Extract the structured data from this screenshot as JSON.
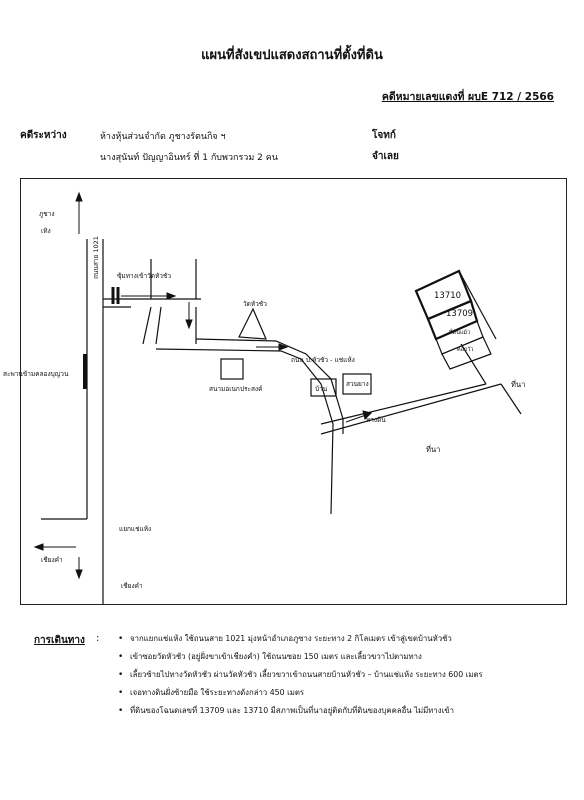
{
  "header": {
    "title": "แผนที่สังเขปแสดงสถานที่ตั้งที่ดิน",
    "case_number": "คดีหมายเลขแดงที่ ผบE 712 / 2566"
  },
  "parties": {
    "between_label": "คดีระหว่าง",
    "plaintiff_name": "ห้างหุ้นส่วนจำกัด ภูชางรัตนกิจ ฯ",
    "plaintiff_role": "โจทก์",
    "defendant_name": "นางสุนันท์ ปัญญาอินทร์ ที่ 1 กับพวกรวม 2 คน",
    "defendant_role": "จำเลย"
  },
  "map": {
    "labels": {
      "north_town": "ภูชาง",
      "north_dir": "เทิง",
      "highway": "ถนนสาย 1021",
      "alley": "ซุ้มทางเข้าวัดหัวชัว",
      "temple": "วัดหัวชัว",
      "bridge": "สะพานข้ามคลองบุญวน",
      "school_field": "สนามอเนกประสงค์",
      "local_road": "ถนน บ.หัวชัว - แช่แห้ง",
      "house": "บ้าน",
      "garden": "สวนยาง",
      "dirt_road": "ทางดิน",
      "field_lower": "ที่นา",
      "field_right": "ที่นา",
      "junction": "แยกแช่แห้ง",
      "west_dir": "เชียงคำ",
      "south_dir": "เชียงคำ",
      "plot_a": "13710",
      "plot_b": "13709",
      "neighbor_a": "ที่ดินแม้ว",
      "neighbor_b": "คอกวัว"
    }
  },
  "directions": {
    "heading": "การเดินทาง",
    "colon": ":",
    "steps": [
      "จากแยกแช่แห้ง ใช้ถนนสาย 1021 มุ่งหน้าอำเภอภูซาง ระยะทาง 2 กิโลเมตร เข้าสู่เขตบ้านหัวชัว",
      "เข้าซอยวัดหัวชัว (อยู่ฝั่งขาเข้าเชียงคำ) ใช้ถนนซอย 150 เมตร และเลี้ยวขวาไปตามทาง",
      "เลี้ยวซ้ายไปทางวัดหัวชัว ผ่านวัดหัวชัว เลี้ยวขวาเข้าถนนสายบ้านหัวชัว – บ้านแช่แห้ง ระยะทาง 600 เมตร",
      "เจอทางดินฝั่งซ้ายมือ ใช้ระยะทางดังกล่าว 450 เมตร",
      "ที่ดินของโฉนดเลขที่ 13709 และ 13710 มีสภาพเป็นที่นาอยู่ติดกับที่ดินของบุคคลอื่น ไม่มีทางเข้า"
    ]
  }
}
